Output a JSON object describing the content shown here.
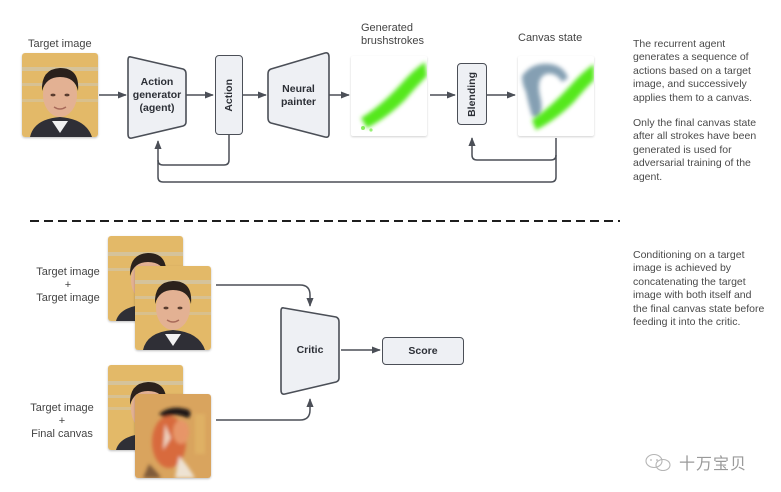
{
  "top": {
    "target_image_caption": "Target image",
    "action_generator_label_lines": [
      "Action",
      "generator",
      "(agent)"
    ],
    "action_label": "Action",
    "neural_painter_label_lines": [
      "Neural",
      "painter"
    ],
    "brushstrokes_caption_lines": [
      "Generated",
      "brushstrokes"
    ],
    "blending_label": "Blending",
    "canvas_state_caption": "Canvas state",
    "description_paragraphs": [
      "The recurrent agent generates a sequence of actions based on a target image, and successively applies them to a canvas.",
      "Only the final canvas state after all strokes have been generated is used for adversarial training of the agent."
    ]
  },
  "bottom": {
    "pair1_caption_lines": [
      "Target image",
      "+",
      "Target image"
    ],
    "pair2_caption_lines": [
      "Target image",
      "+",
      "Final canvas"
    ],
    "critic_label": "Critic",
    "score_label": "Score",
    "description": "Conditioning on a target image is achieved by concatenating the target image with both itself and the final canvas state before feeding it into the critic."
  },
  "watermark": {
    "icon": "wechat-icon",
    "text": "十万宝贝"
  },
  "colors": {
    "node_fill": "#eef0f4",
    "node_stroke": "#4b4f57",
    "stroke_green": "#55e81c",
    "stroke_blue": "#6f8fa6",
    "photo_bg": "#e3b968"
  }
}
